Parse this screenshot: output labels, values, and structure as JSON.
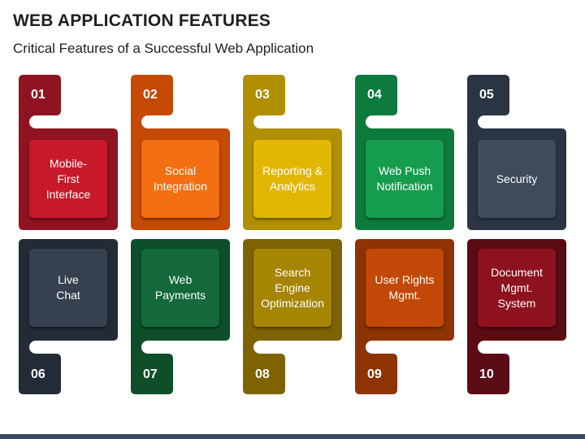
{
  "title": "WEB APPLICATION FEATURES",
  "subtitle": "Critical Features of a Successful Web Application",
  "features": [
    {
      "num": "01",
      "label": "Mobile-\nFirst\nInterface",
      "dark": "#8f1320",
      "light": "#c8192b"
    },
    {
      "num": "02",
      "label": "Social\nIntegration",
      "dark": "#c44a05",
      "light": "#f36f12"
    },
    {
      "num": "03",
      "label": "Reporting &\nAnalytics",
      "dark": "#b08f02",
      "light": "#e2b704"
    },
    {
      "num": "04",
      "label": "Web Push\nNotification",
      "dark": "#0c7a3c",
      "light": "#169c4f"
    },
    {
      "num": "05",
      "label": "Security",
      "dark": "#2a3442",
      "light": "#3e4b5b"
    },
    {
      "num": "06",
      "label": "Live\nChat",
      "dark": "#222b36",
      "light": "#36404e"
    },
    {
      "num": "07",
      "label": "Web\nPayments",
      "dark": "#0e4f2a",
      "light": "#14683a"
    },
    {
      "num": "08",
      "label": "Search\nEngine\nOptimization",
      "dark": "#7d6302",
      "light": "#a68404"
    },
    {
      "num": "09",
      "label": "User Rights\nMgmt.",
      "dark": "#8e3304",
      "light": "#c14806"
    },
    {
      "num": "10",
      "label": "Document\nMgmt.\nSystem",
      "dark": "#5b0b13",
      "light": "#8d121e"
    }
  ]
}
